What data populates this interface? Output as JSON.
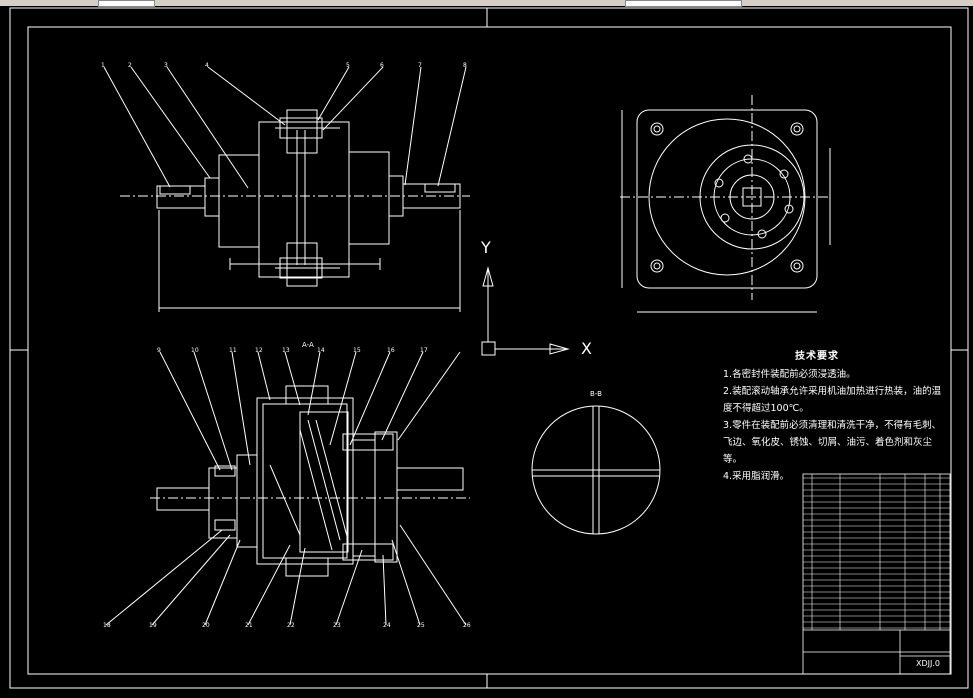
{
  "app": {
    "title": "CAD drawing viewer",
    "accent": "#ffffff",
    "background": "#000000"
  },
  "axis": {
    "x_label": "X",
    "y_label": "Y"
  },
  "section": {
    "aa_label": "A-A",
    "bb_label": "B-B"
  },
  "technical_requirements": {
    "title": "技术要求",
    "lines": [
      "1.各密封件装配前必须浸透油。",
      "2.装配滚动轴承允许采用机油加热进行热装，油的温",
      "度不得超过100℃。",
      "3.零件在装配前必须清理和清洗干净，不得有毛刺、",
      "飞边、氧化皮、锈蚀、切屑、油污、着色剂和灰尘",
      "等。",
      "4.采用脂润滑。"
    ]
  },
  "title_block": {
    "drawing_code": "XDJJ.0"
  },
  "top_view_callouts": [
    "1",
    "2",
    "3",
    "4",
    "5",
    "6",
    "7",
    "8"
  ],
  "section_callouts_top": [
    "9",
    "10",
    "11",
    "12",
    "13",
    "14",
    "15",
    "16",
    "17"
  ],
  "section_callouts_bottom": [
    "18",
    "19",
    "20",
    "21",
    "22",
    "23",
    "24",
    "25",
    "26"
  ]
}
